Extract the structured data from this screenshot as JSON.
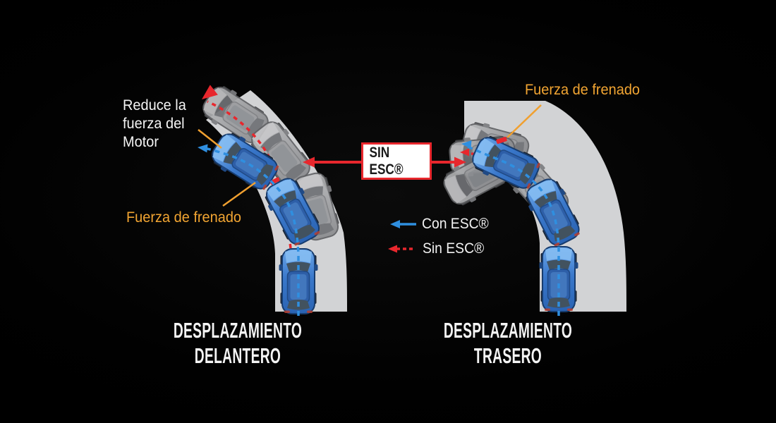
{
  "colors": {
    "background": "#000000",
    "road": "#d2d3d5",
    "car_with_esc_blue": "#2f6fc0",
    "car_without_esc_gray": "#9a9b9e",
    "accent_red": "#e8272d",
    "accent_blue": "#2f8fe0",
    "accent_orange": "#f2a532",
    "text_white": "#f4f4f4"
  },
  "left_panel": {
    "engine_note_lines": [
      "Reduce la",
      "fuerza del",
      "Motor"
    ],
    "brake_label": "Fuerza de frenado",
    "caption": "DESPLAZAMIENTO DELANTERO"
  },
  "center": {
    "box_label": "SIN ESC®",
    "legend": [
      {
        "icon": "blue-solid-left-arrow",
        "label": "Con ESC®"
      },
      {
        "icon": "red-dashed-left-arrow",
        "label": "Sin ESC®"
      }
    ]
  },
  "right_panel": {
    "brake_label": "Fuerza de frenado",
    "caption": "DESPLAZAMIENTO TRASERO"
  }
}
